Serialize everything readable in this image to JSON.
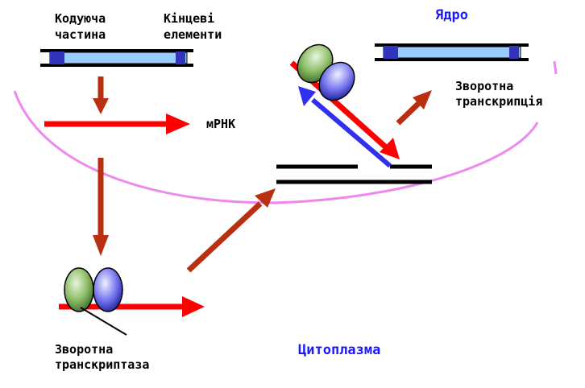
{
  "labels": {
    "coding_line1": "Кодуюча",
    "coding_line2": "частина",
    "terminal_line1": "Кінцеві",
    "terminal_line2": "елементи",
    "nucleus": "Ядро",
    "mrna": "мРНК",
    "reverse_transcription_line1": "Зворотна",
    "reverse_transcription_line2": "транскрипція",
    "reverse_transcriptase_line1": "Зворотна",
    "reverse_transcriptase_line2": "транскриптаза",
    "cytoplasm": "Цитоплазма"
  },
  "colors": {
    "membrane": "#ee88ee",
    "arrow_brown": "#b83010",
    "arrow_red": "#ff0000",
    "arrow_blue": "#3030ee",
    "dna_coding": "#99ccff",
    "dna_terminal": "#3333bb",
    "label_blue": "#1a1aff",
    "enzyme_green": "#88bb66",
    "enzyme_blue": "#7777ee"
  }
}
